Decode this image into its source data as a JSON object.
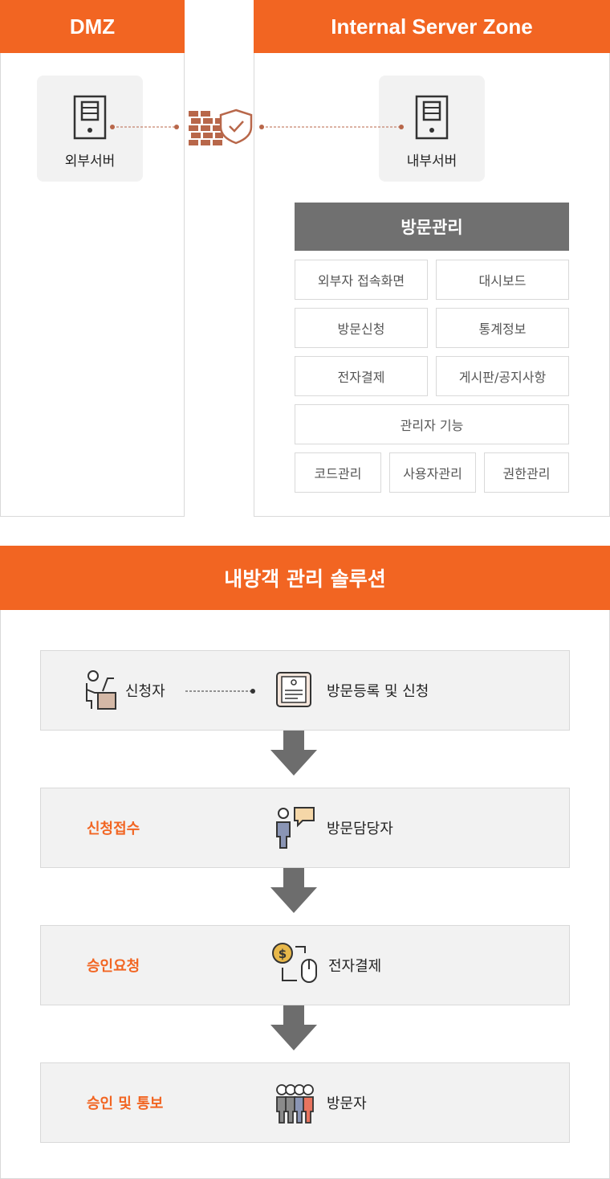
{
  "zones": {
    "dmz": {
      "title": "DMZ",
      "server_label": "외부서버"
    },
    "internal": {
      "title": "Internal Server Zone",
      "server_label": "내부서버"
    }
  },
  "panel": {
    "title": "방문관리",
    "cells": [
      "외부자 접속화면",
      "대시보드",
      "방문신청",
      "통계정보",
      "전자결제",
      "게시판/공지사항"
    ],
    "admin": "관리자 기능",
    "admin_items": [
      "코드관리",
      "사용자관리",
      "권한관리"
    ]
  },
  "solution": {
    "title": "내방객 관리 솔루션",
    "steps": [
      {
        "label": "",
        "actor": "신청자",
        "action": "방문등록 및 신청"
      },
      {
        "label": "신청접수",
        "action": "방문담당자"
      },
      {
        "label": "승인요청",
        "action": "전자결제"
      },
      {
        "label": "승인 및 통보",
        "action": "방문자"
      }
    ]
  },
  "colors": {
    "accent": "#f26522",
    "panel_gray": "#707070",
    "card_bg": "#f2f2f2",
    "firewall": "#b8674a"
  },
  "icons": [
    "server-icon",
    "firewall-icon",
    "shield-check-icon",
    "applicant-icon",
    "registration-form-icon",
    "staff-chat-icon",
    "payment-icon",
    "visitors-icon",
    "down-arrow-icon"
  ]
}
